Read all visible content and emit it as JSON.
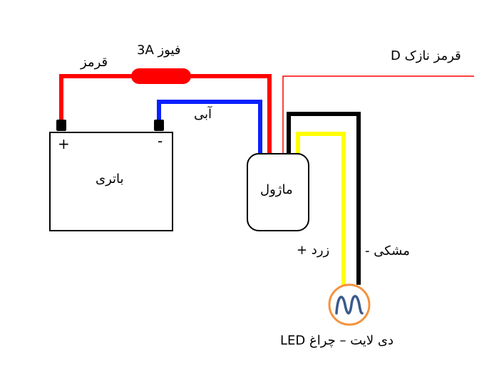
{
  "labels": {
    "positive_wire": "قرمز",
    "fuse": "فیوز 3A",
    "negative_wire": "آبی",
    "ignition_wire": "قرمز نازک D",
    "battery": "باتری",
    "battery_plus": "+",
    "battery_minus": "-",
    "module": "ماژول",
    "led_positive": "زرد +",
    "led_negative": "مشکی -",
    "lamp": "دی لایت – چراغ LED"
  },
  "colors": {
    "red": "#ff0000",
    "blue": "#0a1fff",
    "yellow": "#ffff00",
    "black": "#000000",
    "lamp_ring": "#f5923e",
    "lamp_coil": "#3a5a8c"
  }
}
